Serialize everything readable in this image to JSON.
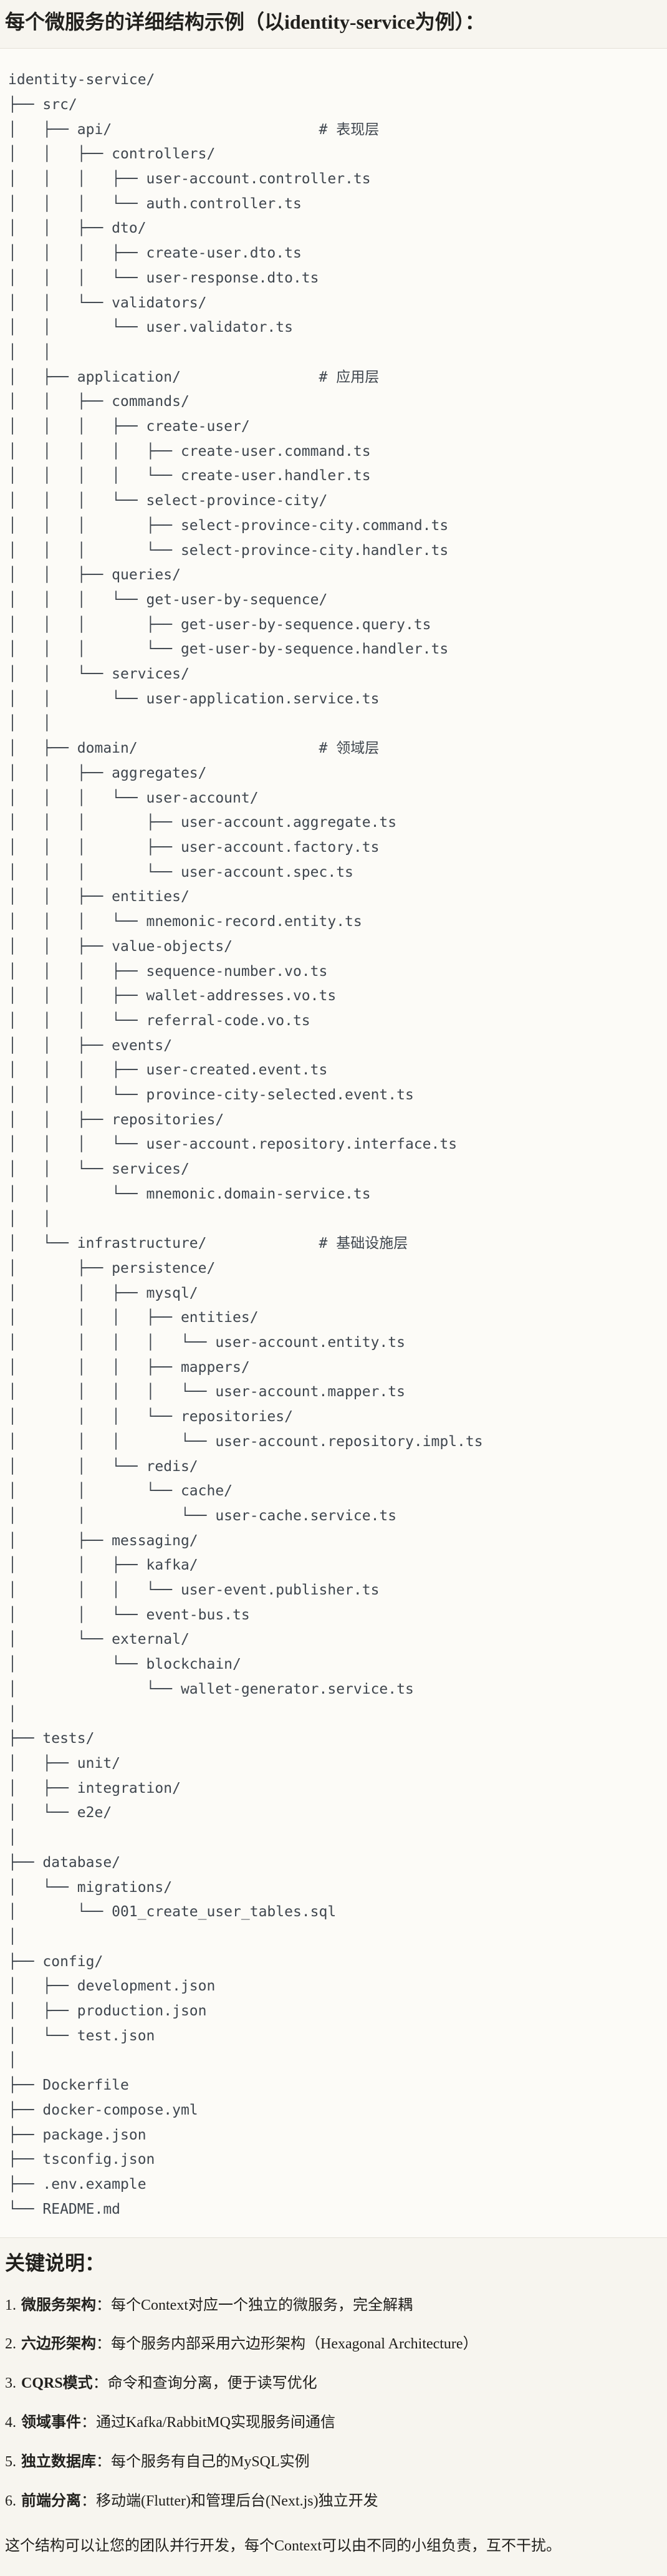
{
  "title": "每个微服务的详细结构示例（以identity-service为例）：",
  "colors": {
    "page_background": "#F7F5EF",
    "code_background": "#FCFBF7",
    "code_border": "#E4E1D8",
    "tree_text": "#3F464E",
    "body_text": "#21201D"
  },
  "tree": {
    "lines": [
      "identity-service/",
      "├── src/",
      "│   ├── api/                        # 表现层",
      "│   │   ├── controllers/",
      "│   │   │   ├── user-account.controller.ts",
      "│   │   │   └── auth.controller.ts",
      "│   │   ├── dto/",
      "│   │   │   ├── create-user.dto.ts",
      "│   │   │   └── user-response.dto.ts",
      "│   │   └── validators/",
      "│   │       └── user.validator.ts",
      "│   │",
      "│   ├── application/                # 应用层",
      "│   │   ├── commands/",
      "│   │   │   ├── create-user/",
      "│   │   │   │   ├── create-user.command.ts",
      "│   │   │   │   └── create-user.handler.ts",
      "│   │   │   └── select-province-city/",
      "│   │   │       ├── select-province-city.command.ts",
      "│   │   │       └── select-province-city.handler.ts",
      "│   │   ├── queries/",
      "│   │   │   └── get-user-by-sequence/",
      "│   │   │       ├── get-user-by-sequence.query.ts",
      "│   │   │       └── get-user-by-sequence.handler.ts",
      "│   │   └── services/",
      "│   │       └── user-application.service.ts",
      "│   │",
      "│   ├── domain/                     # 领域层",
      "│   │   ├── aggregates/",
      "│   │   │   └── user-account/",
      "│   │   │       ├── user-account.aggregate.ts",
      "│   │   │       ├── user-account.factory.ts",
      "│   │   │       └── user-account.spec.ts",
      "│   │   ├── entities/",
      "│   │   │   └── mnemonic-record.entity.ts",
      "│   │   ├── value-objects/",
      "│   │   │   ├── sequence-number.vo.ts",
      "│   │   │   ├── wallet-addresses.vo.ts",
      "│   │   │   └── referral-code.vo.ts",
      "│   │   ├── events/",
      "│   │   │   ├── user-created.event.ts",
      "│   │   │   └── province-city-selected.event.ts",
      "│   │   ├── repositories/",
      "│   │   │   └── user-account.repository.interface.ts",
      "│   │   └── services/",
      "│   │       └── mnemonic.domain-service.ts",
      "│   │",
      "│   └── infrastructure/             # 基础设施层",
      "│       ├── persistence/",
      "│       │   ├── mysql/",
      "│       │   │   ├── entities/",
      "│       │   │   │   └── user-account.entity.ts",
      "│       │   │   ├── mappers/",
      "│       │   │   │   └── user-account.mapper.ts",
      "│       │   │   └── repositories/",
      "│       │   │       └── user-account.repository.impl.ts",
      "│       │   └── redis/",
      "│       │       └── cache/",
      "│       │           └── user-cache.service.ts",
      "│       ├── messaging/",
      "│       │   ├── kafka/",
      "│       │   │   └── user-event.publisher.ts",
      "│       │   └── event-bus.ts",
      "│       └── external/",
      "│           └── blockchain/",
      "│               └── wallet-generator.service.ts",
      "│",
      "├── tests/",
      "│   ├── unit/",
      "│   ├── integration/",
      "│   └── e2e/",
      "│",
      "├── database/",
      "│   └── migrations/",
      "│       └── 001_create_user_tables.sql",
      "│",
      "├── config/",
      "│   ├── development.json",
      "│   ├── production.json",
      "│   └── test.json",
      "│",
      "├── Dockerfile",
      "├── docker-compose.yml",
      "├── package.json",
      "├── tsconfig.json",
      "├── .env.example",
      "└── README.md"
    ]
  },
  "notes": {
    "heading": "关键说明：",
    "items": [
      {
        "num": "1.",
        "term": "微服务架构",
        "text": "：每个Context对应一个独立的微服务，完全解耦"
      },
      {
        "num": "2.",
        "term": "六边形架构",
        "text": "：每个服务内部采用六边形架构（Hexagonal Architecture）"
      },
      {
        "num": "3.",
        "term": "CQRS模式",
        "text": "：命令和查询分离，便于读写优化"
      },
      {
        "num": "4.",
        "term": "领域事件",
        "text": "：通过Kafka/RabbitMQ实现服务间通信"
      },
      {
        "num": "5.",
        "term": "独立数据库",
        "text": "：每个服务有自己的MySQL实例"
      },
      {
        "num": "6.",
        "term": "前端分离",
        "text": "：移动端(Flutter)和管理后台(Next.js)独立开发"
      }
    ],
    "footer": "这个结构可以让您的团队并行开发，每个Context可以由不同的小组负责，互不干扰。"
  }
}
